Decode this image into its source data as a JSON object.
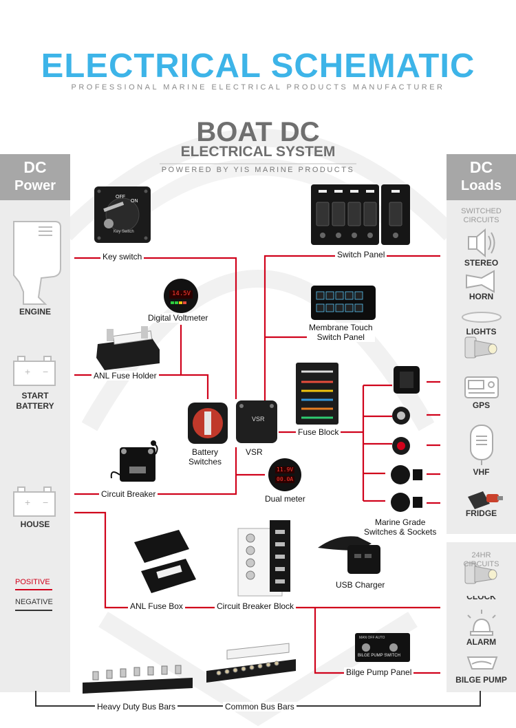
{
  "header": {
    "title": "ELECTRICAL SCHEMATIC",
    "subtitle": "PROFESSIONAL MARINE ELECTRICAL PRODUCTS MANUFACTURER"
  },
  "system": {
    "title": "BOAT DC",
    "subtitle": "ELECTRICAL SYSTEM",
    "powered_by": "POWERED BY YIS MARINE PRODUCTS"
  },
  "dc_power": {
    "heading_line1": "DC",
    "heading_line2": "Power",
    "items": [
      "ENGINE",
      "START\nBATTERY",
      "HOUSE"
    ]
  },
  "legend": {
    "positive": "POSITIVE",
    "negative": "NEGATIVE",
    "positive_color": "#d0021b",
    "negative_color": "#333333"
  },
  "dc_loads": {
    "heading_line1": "DC",
    "heading_line2": "Loads",
    "switched_label": "SWITCHED\nCIRCUITS",
    "switched_items": [
      "STEREO",
      "HORN",
      "LIGHTS",
      "GPS",
      "VHF",
      "FRIDGE"
    ],
    "always_label": "24HR\nCIRCUITS",
    "always_items": [
      "CLOCK",
      "ALARM",
      "BILGE PUMP"
    ]
  },
  "components": {
    "key_switch": "Key switch",
    "digital_voltmeter": "Digital Voltmeter",
    "anl_fuse_holder": "ANL Fuse Holder",
    "battery_switches": "Battery\nSwitches",
    "vsr": "VSR",
    "circuit_breaker": "Circuit Breaker",
    "dual_meter": "Dual meter",
    "switch_panel": "Switch Panel",
    "membrane_panel": "Membrane Touch\nSwitch Panel",
    "fuse_block": "Fuse Block",
    "marine_switches": "Marine Grade\nSwitches & Sockets",
    "usb_charger": "USB Charger",
    "anl_fuse_box": "ANL Fuse Box",
    "circuit_breaker_block": "Circuit Breaker Block",
    "bilge_pump_panel": "Bilge Pump Panel",
    "heavy_bus_bars": "Heavy Duty Bus Bars",
    "common_bus_bars": "Common Bus Bars"
  },
  "device_text": {
    "key_off": "OFF",
    "key_on": "ON",
    "key_brand": "Key Switch",
    "voltmeter_reading": "14.5V",
    "dual_reading_a": "11.9V",
    "dual_reading_b": "00.0A",
    "vsr_label": "VSR",
    "bilge_header": "BILGE PUMP SWITCH",
    "bilge_modes": "MAN  OFF  AUTO"
  },
  "colors": {
    "accent": "#3db4e8",
    "wire_positive": "#d0021b",
    "wire_negative": "#222222",
    "panel_gray": "#a7a7a7"
  }
}
